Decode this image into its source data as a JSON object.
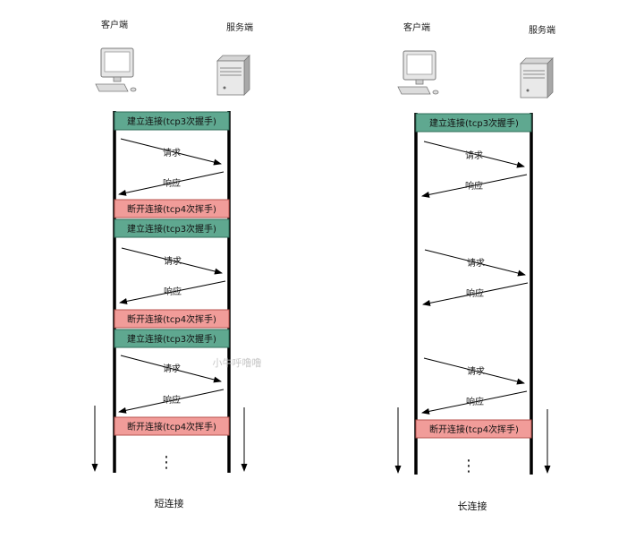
{
  "short": {
    "client_label": "客户端",
    "server_label": "服务端",
    "caption": "短连接",
    "connect": "建立连接(tcp3次握手)",
    "disconnect": "断开连接(tcp4次挥手)",
    "request": "请求",
    "response": "响应",
    "ellipsis": "⋮"
  },
  "long": {
    "client_label": "客户端",
    "server_label": "服务端",
    "caption": "长连接",
    "connect": "建立连接(tcp3次握手)",
    "disconnect": "断开连接(tcp4次挥手)",
    "request": "请求",
    "response": "响应",
    "ellipsis": "⋮"
  },
  "watermark": "小牛呼噜噜",
  "colors": {
    "connect_fill": "#5fa890",
    "connect_stroke": "#2f6e5a",
    "disconnect_fill": "#f19c99",
    "disconnect_stroke": "#b85450"
  },
  "icons": [
    "computer-icon",
    "server-icon"
  ]
}
